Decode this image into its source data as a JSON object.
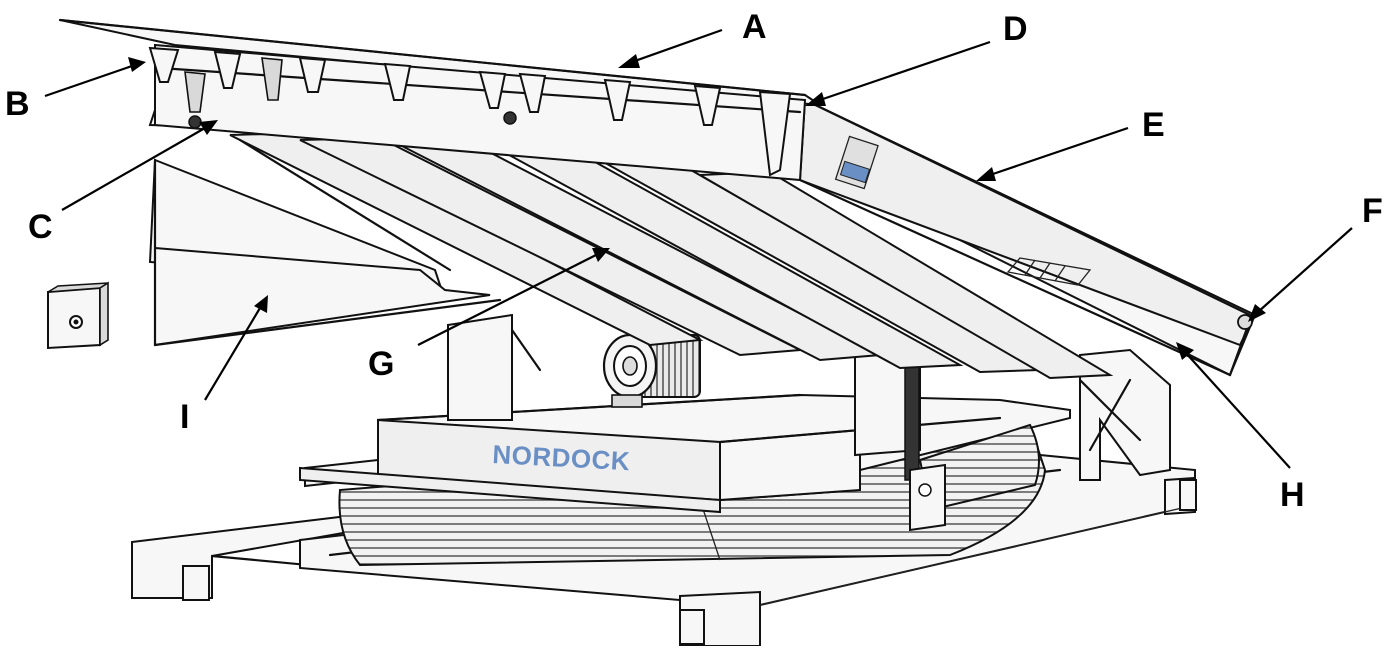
{
  "diagram": {
    "brand_logo_text": "NORDOCK",
    "callouts": [
      {
        "id": "A",
        "label": "A"
      },
      {
        "id": "B",
        "label": "B"
      },
      {
        "id": "C",
        "label": "C"
      },
      {
        "id": "D",
        "label": "D"
      },
      {
        "id": "E",
        "label": "E"
      },
      {
        "id": "F",
        "label": "F"
      },
      {
        "id": "G",
        "label": "G"
      },
      {
        "id": "H",
        "label": "H"
      },
      {
        "id": "I",
        "label": "I"
      }
    ],
    "colors": {
      "ink": "#111111",
      "brand_blue": "#6a8fc4",
      "panel_fill": "#f7f7f7"
    }
  }
}
